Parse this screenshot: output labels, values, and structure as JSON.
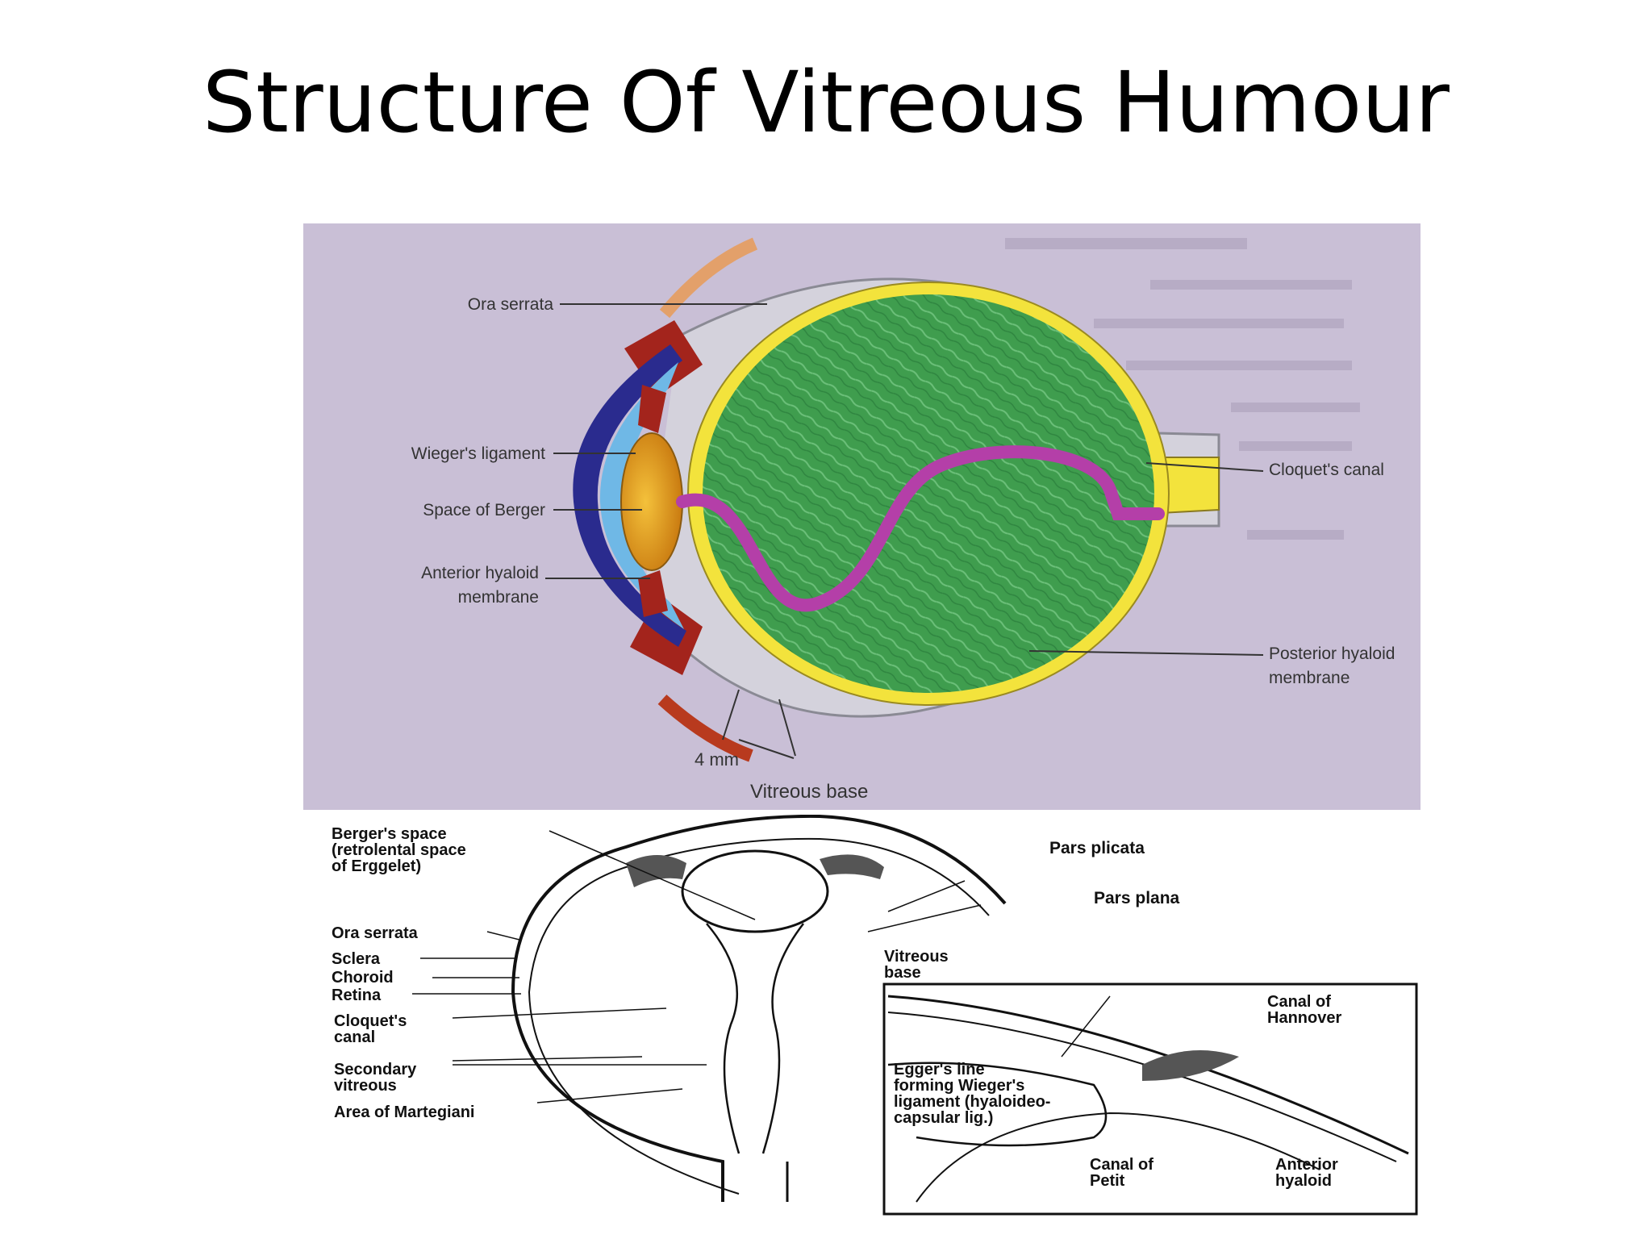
{
  "slide": {
    "title": "Structure Of Vitreous Humour"
  },
  "top_diagram": {
    "labels": {
      "ora_serrata": "Ora serrata",
      "wiegers_ligament": "Wieger's  ligament",
      "space_of_berger": "Space of Berger",
      "anterior_hyaloid_1": "Anterior hyaloid",
      "anterior_hyaloid_2": "membrane",
      "cloquets_canal": "Cloquet's canal",
      "posterior_hyaloid_1": "Posterior hyaloid",
      "posterior_hyaloid_2": "membrane",
      "distance": "4 mm",
      "vitreous_base": "Vitreous base"
    },
    "colors": {
      "background": "#c9bfd6",
      "vitreous": "#3f9d4e",
      "retina": "#f3e33c",
      "canal": "#b43fa8",
      "cornea": "#2a2b8e",
      "lens": "#e6a11c",
      "ciliary": "#a3241c"
    }
  },
  "bottom_diagram": {
    "labels": {
      "bergers_space_1": "Berger's space",
      "bergers_space_2": "(retrolental space",
      "bergers_space_3": "of Erggelet)",
      "ora_serrata": "Ora serrata",
      "sclera": "Sclera",
      "choroid": "Choroid",
      "retina": "Retina",
      "cloquets_canal_1": "Cloquet's",
      "cloquets_canal_2": "canal",
      "secondary_vitreous_1": "Secondary",
      "secondary_vitreous_2": "vitreous",
      "area_of_martegiani": "Area of Martegiani",
      "pars_plicata": "Pars plicata",
      "pars_plana": "Pars plana",
      "vitreous_base_1": "Vitreous",
      "vitreous_base_2": "base"
    },
    "inset_labels": {
      "canal_of_hannover_1": "Canal of",
      "canal_of_hannover_2": "Hannover",
      "eggers_line_1": "Egger's line",
      "eggers_line_2": "forming Wieger's",
      "eggers_line_3": "ligament (hyaloideo-",
      "eggers_line_4": "capsular lig.)",
      "canal_of_petit_1": "Canal of",
      "canal_of_petit_2": "Petit",
      "anterior_hyaloid_1": "Anterior",
      "anterior_hyaloid_2": "hyaloid"
    }
  }
}
